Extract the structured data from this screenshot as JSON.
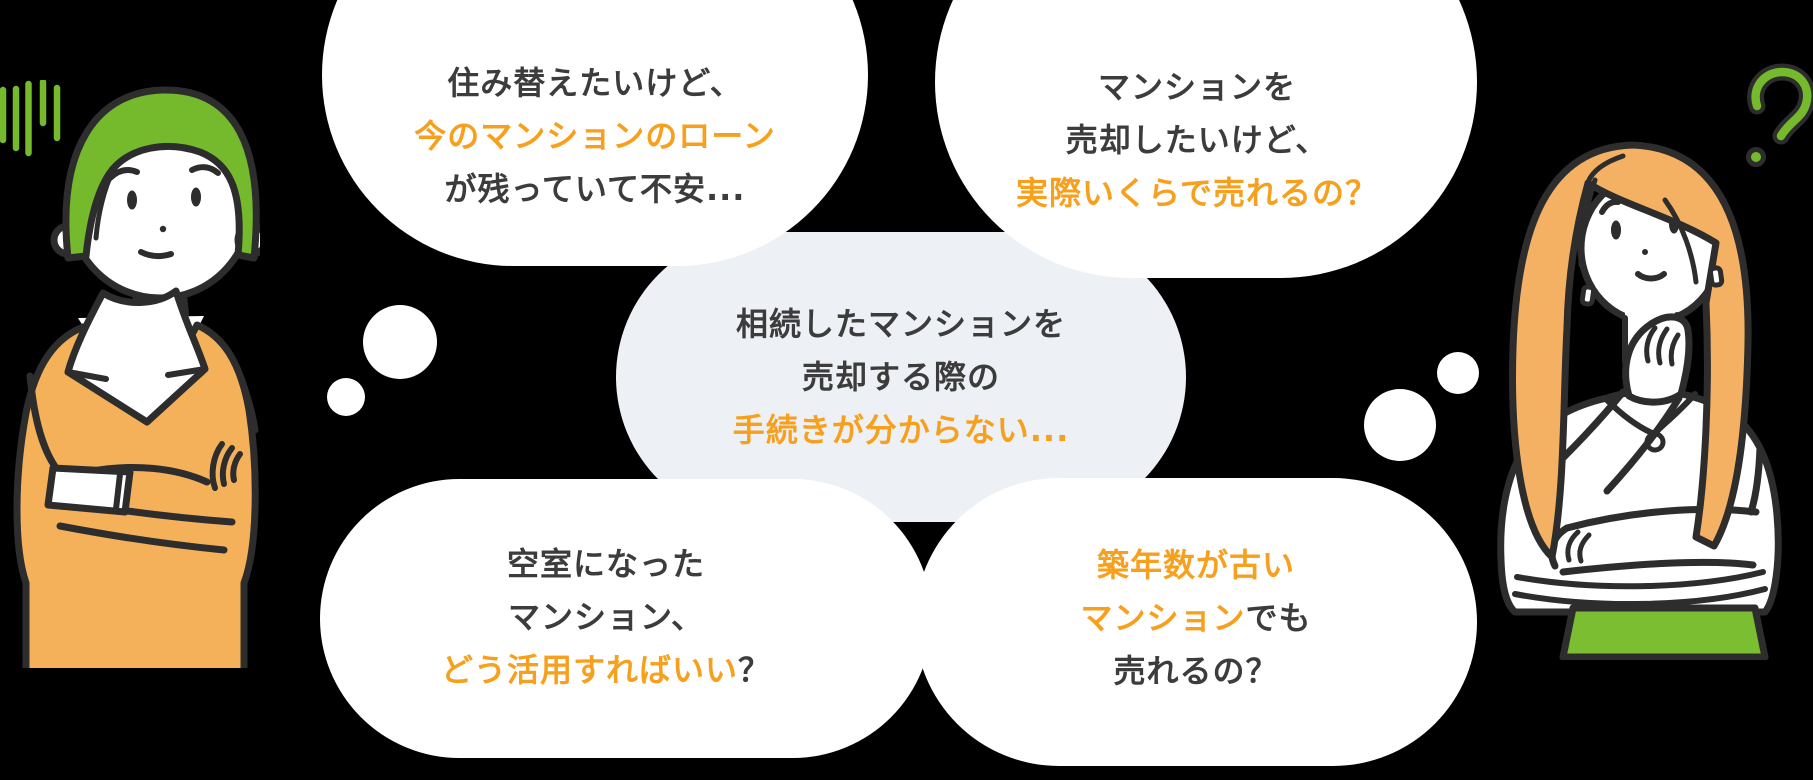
{
  "colors": {
    "background": "#000000",
    "accent_orange": "#F7A01E",
    "text_dark": "#3C3C3C",
    "bubble_white": "#FFFFFF",
    "bubble_gray": "#EDF1F5",
    "illustration_green": "#75B92D",
    "illustration_orange": "#F5B159",
    "skirt_green": "#7CBE31",
    "outline_dark": "#2D2D2D"
  },
  "bubbles": [
    {
      "id": "loan-worry",
      "lines": [
        {
          "segments": [
            {
              "text": "住み替えたいけど、",
              "accent": false
            }
          ]
        },
        {
          "segments": [
            {
              "text": "今のマンションのローン",
              "accent": true
            }
          ]
        },
        {
          "segments": [
            {
              "text": "が残っていて不安...",
              "accent": false
            }
          ]
        }
      ]
    },
    {
      "id": "sale-price",
      "lines": [
        {
          "segments": [
            {
              "text": "マンションを",
              "accent": false
            }
          ]
        },
        {
          "segments": [
            {
              "text": "売却したいけど、",
              "accent": false
            }
          ]
        },
        {
          "segments": [
            {
              "text": "実際いくらで売れるの？",
              "accent": true
            }
          ]
        }
      ]
    },
    {
      "id": "inheritance-procedure",
      "lines": [
        {
          "segments": [
            {
              "text": "相続したマンションを",
              "accent": false
            }
          ]
        },
        {
          "segments": [
            {
              "text": "売却する際の",
              "accent": false
            }
          ]
        },
        {
          "segments": [
            {
              "text": "手続きが分からない...",
              "accent": true
            }
          ]
        }
      ]
    },
    {
      "id": "vacant-room",
      "lines": [
        {
          "segments": [
            {
              "text": "空室になった",
              "accent": false
            }
          ]
        },
        {
          "segments": [
            {
              "text": "マンション、",
              "accent": false
            }
          ]
        },
        {
          "segments": [
            {
              "text": "どう活用すればいい",
              "accent": true
            },
            {
              "text": "？",
              "accent": false
            }
          ]
        }
      ]
    },
    {
      "id": "old-building",
      "lines": [
        {
          "segments": [
            {
              "text": "築年数が古い",
              "accent": true
            }
          ]
        },
        {
          "segments": [
            {
              "text": "マンション",
              "accent": true
            },
            {
              "text": "でも",
              "accent": false
            }
          ]
        },
        {
          "segments": [
            {
              "text": "売れるの？",
              "accent": false
            }
          ]
        }
      ]
    }
  ],
  "illustration": {
    "left_character": "worried-man",
    "right_character": "thinking-woman",
    "left_decoration": "stress-lines-icon",
    "right_decoration": "question-mark-icon"
  }
}
